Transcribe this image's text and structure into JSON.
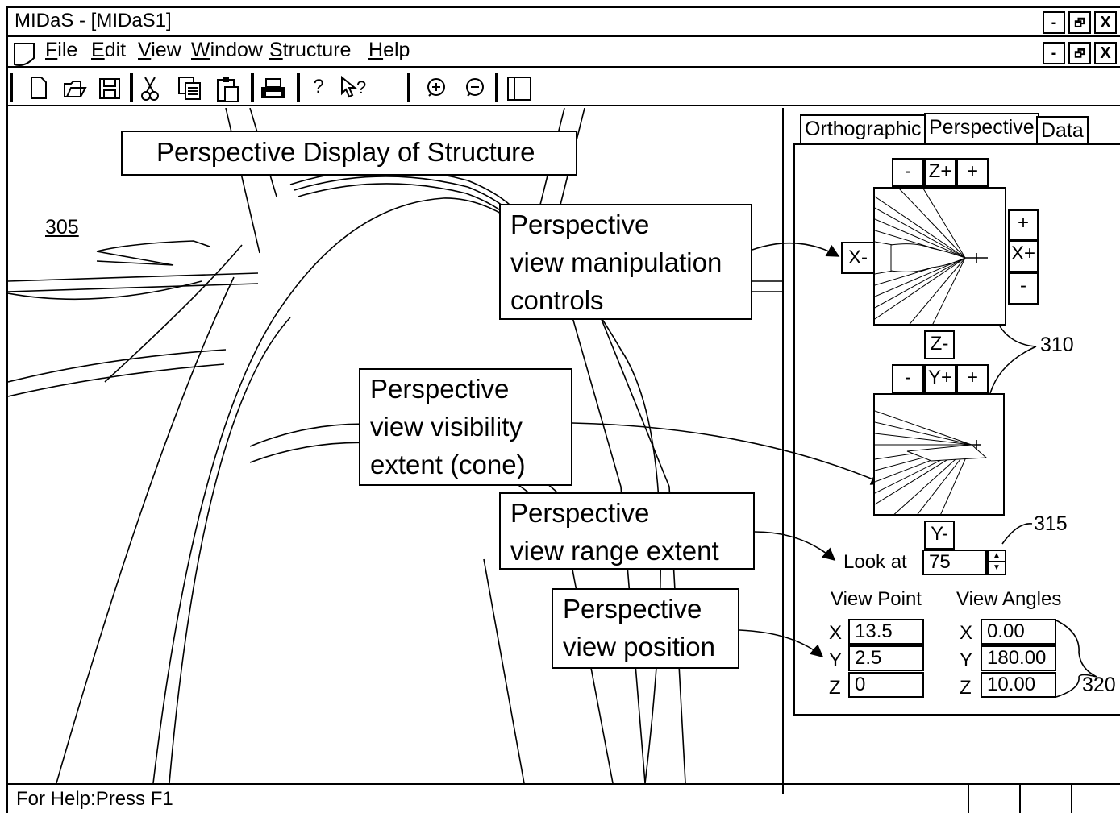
{
  "window": {
    "title": "MIDaS - [MIDaS1]",
    "controls": {
      "minimize": "-",
      "restore": "ᴼ",
      "close": "X"
    }
  },
  "menu": {
    "items": [
      {
        "label": "File",
        "key": "F",
        "rest": "ile"
      },
      {
        "label": "Edit",
        "key": "E",
        "rest": "dit"
      },
      {
        "label": "View",
        "key": "V",
        "rest": "iew"
      },
      {
        "label": "Window",
        "key": "W",
        "rest": "indow"
      },
      {
        "label": "Structure",
        "key": "S",
        "rest": "tructure"
      },
      {
        "label": "Help",
        "key": "H",
        "rest": "elp"
      }
    ]
  },
  "toolbar": {
    "icons": [
      "new-file-icon",
      "open-folder-icon",
      "save-icon",
      "cut-icon",
      "copy-icon",
      "paste-icon",
      "print-icon",
      "help-icon",
      "context-help-icon",
      "zoom-in-icon",
      "zoom-out-icon",
      "split-view-icon"
    ]
  },
  "callouts": {
    "display_title": "Perspective Display of Structure",
    "manipulation": [
      "Perspective",
      "view manipulation",
      "controls"
    ],
    "visibility": [
      "Perspective",
      "view visibility",
      "extent (cone)"
    ],
    "range": [
      "Perspective",
      "view range extent"
    ],
    "position": [
      "Perspective",
      "view position"
    ]
  },
  "refs": {
    "r305": "305",
    "r310": "310",
    "r315": "315",
    "r320": "320"
  },
  "tabs": [
    {
      "label": "Orthographic"
    },
    {
      "label": "Perspective"
    },
    {
      "label": "Data"
    }
  ],
  "controls": {
    "z_minus_btn": "-",
    "z_plus": "Z+",
    "z_plus_btn": "+",
    "x_minus": "X-",
    "x_plus_btn": "+",
    "x_plus": "X+",
    "x_minus_btn": "-",
    "z_minus": "Z-",
    "y_minus_btn": "-",
    "y_plus": "Y+",
    "y_plus_btn": "+",
    "y_minus": "Y-"
  },
  "look_at": {
    "label": "Look at",
    "value": "75"
  },
  "view_point": {
    "label": "View Point",
    "x_label": "X",
    "x": "13.5",
    "y_label": "Y",
    "y": "2.5",
    "z_label": "Z",
    "z": "0"
  },
  "view_angles": {
    "label": "View Angles",
    "x_label": "X",
    "x": "0.00",
    "y_label": "Y",
    "y": "180.00",
    "z_label": "Z",
    "z": "10.00"
  },
  "status": {
    "text": "For Help:Press F1"
  }
}
